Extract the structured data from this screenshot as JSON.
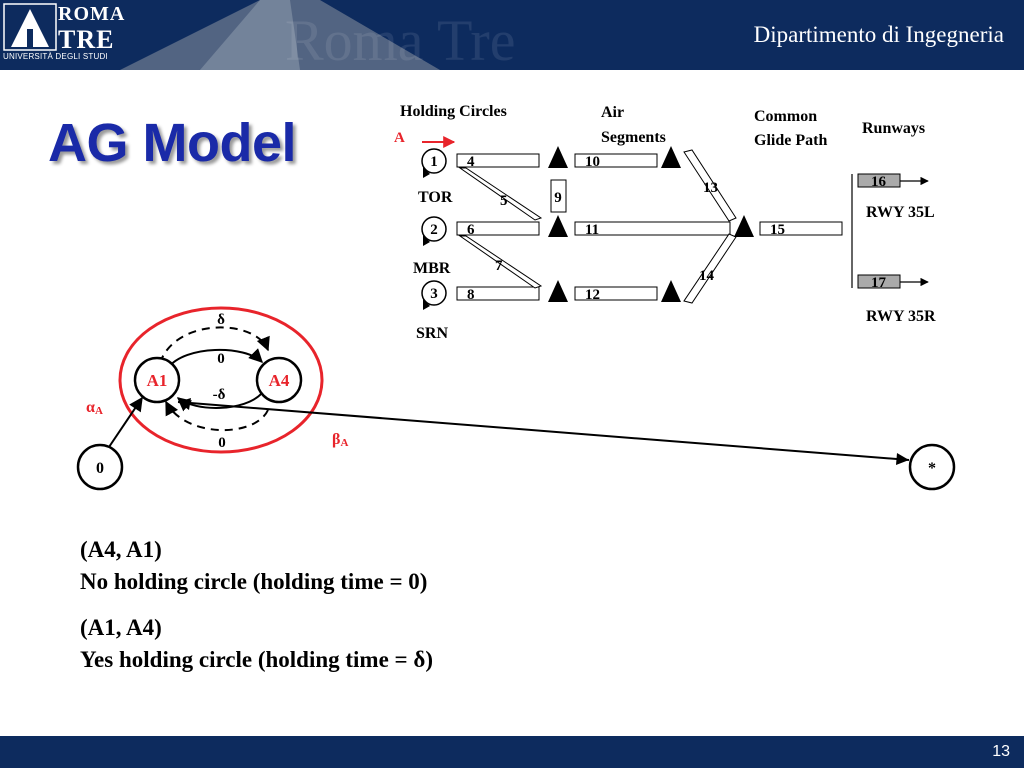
{
  "header": {
    "logo_roma": "ROMA",
    "logo_tre": "TRE",
    "logo_university": "UNIVERSITÀ DEGLI STUDI",
    "watermark": "Roma Tre",
    "department": "Dipartimento di Ingegneria"
  },
  "slide": {
    "title": "AG Model",
    "page_number": "13"
  },
  "airspace": {
    "holding_circles_label": "Holding Circles",
    "air_segments_label": "Air Segments",
    "common_glide_path_label": "Common Glide Path",
    "runways_label": "Runways",
    "arrival_marker": "A",
    "circle_1": "1",
    "circle_2": "2",
    "circle_3": "3",
    "fix_tor": "TOR",
    "fix_mbr": "MBR",
    "fix_srn": "SRN",
    "seg_4": "4",
    "seg_5": "5",
    "seg_6": "6",
    "seg_7": "7",
    "seg_8": "8",
    "seg_9": "9",
    "seg_10": "10",
    "seg_11": "11",
    "seg_12": "12",
    "seg_13": "13",
    "seg_14": "14",
    "seg_15": "15",
    "rwy_16": "16",
    "rwy_17": "17",
    "rwy_35l": "RWY 35L",
    "rwy_35r": "RWY 35R"
  },
  "graph": {
    "node_a1": "A1",
    "node_a4": "A4",
    "node_start": "0",
    "node_end": "*",
    "arc_top_delta": "δ",
    "arc_upper_zero": "0",
    "arc_lower_neg_delta": "-δ",
    "arc_bottom_zero": "0",
    "alpha": "α",
    "alpha_sub": "A",
    "beta": "β",
    "beta_sub": "A"
  },
  "bullets": {
    "line1": "(A4, A1)",
    "line2": "No holding circle (holding time = 0)",
    "line3": "(A1, A4)",
    "line4": "Yes holding circle (holding time = δ)"
  },
  "colors": {
    "header_bg": "#0d2b5e",
    "title": "#1a2aa8",
    "accent_red": "#e8242b"
  }
}
